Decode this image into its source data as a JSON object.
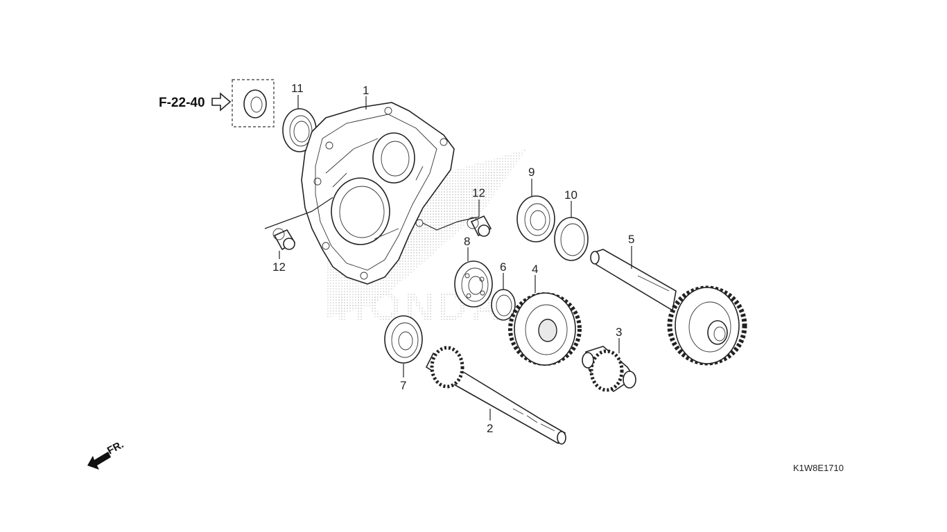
{
  "diagram": {
    "reference_link": "F-22-40",
    "front_label": "FR.",
    "figure_code": "K1W8E1710",
    "watermark": "HONDA",
    "callouts": [
      {
        "id": "c1",
        "text": "1"
      },
      {
        "id": "c2",
        "text": "2"
      },
      {
        "id": "c3",
        "text": "3"
      },
      {
        "id": "c4",
        "text": "4"
      },
      {
        "id": "c5",
        "text": "5"
      },
      {
        "id": "c6",
        "text": "6"
      },
      {
        "id": "c7",
        "text": "7"
      },
      {
        "id": "c8",
        "text": "8"
      },
      {
        "id": "c9",
        "text": "9"
      },
      {
        "id": "c10",
        "text": "10"
      },
      {
        "id": "c11",
        "text": "11"
      },
      {
        "id": "c12a",
        "text": "12"
      },
      {
        "id": "c12b",
        "text": "12"
      }
    ]
  }
}
